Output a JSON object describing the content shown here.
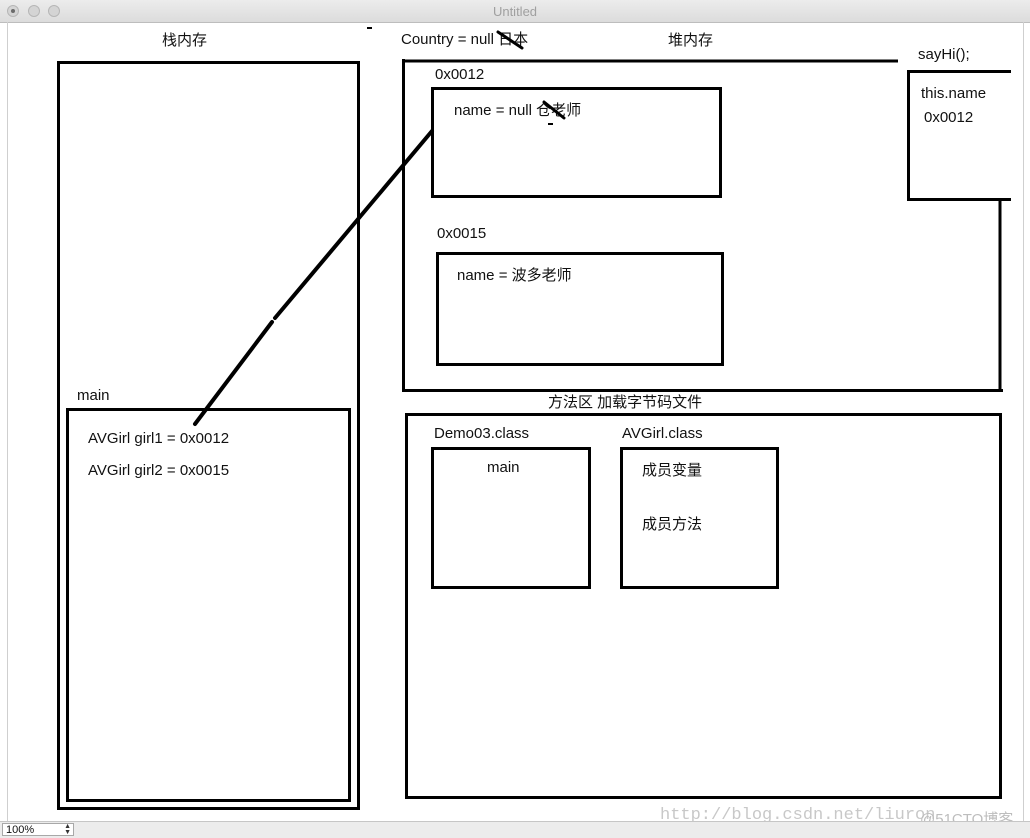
{
  "window": {
    "title": "Untitled"
  },
  "status": {
    "zoom": "100%"
  },
  "stack": {
    "title": "栈内存",
    "main_label": "main",
    "vars": [
      "AVGirl girl1 =  0x0012",
      "AVGirl girl2 =   0x0015"
    ]
  },
  "heap": {
    "title": "堆内存",
    "country": "Country    = null   日本",
    "obj1": {
      "addr": "0x0012",
      "field": "name        = null    仓老师"
    },
    "obj2": {
      "addr": "0x0015",
      "field": "name =   波多老师"
    }
  },
  "method_frame": {
    "title": "sayHi();",
    "line1": "this.name",
    "line2": "0x0012"
  },
  "method_area": {
    "title": "方法区     加载字节码文件",
    "class1": {
      "name": "Demo03.class",
      "member": "main"
    },
    "class2": {
      "name": "AVGirl.class",
      "members": [
        "成员变量",
        "成员方法"
      ]
    }
  },
  "watermark": {
    "url": "http://blog.csdn.net/liuron",
    "tag": "@51CTO博客"
  }
}
